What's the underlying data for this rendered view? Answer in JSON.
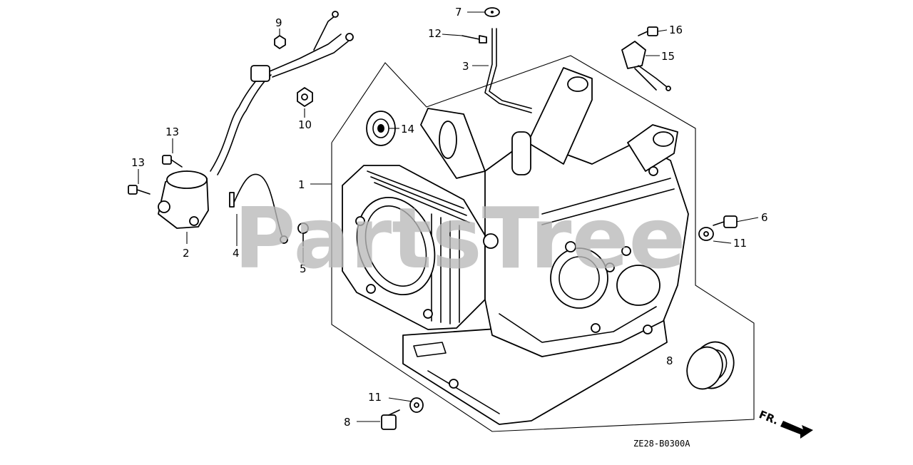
{
  "watermark": "PartsTree",
  "diagram_code": "ZE28-B0300A",
  "front_marker": "FR.",
  "callouts": {
    "c1": "1",
    "c2": "2",
    "c3": "3",
    "c4": "4",
    "c5": "5",
    "c6": "6",
    "c7": "7",
    "c8": "8",
    "c8b": "8",
    "c9": "9",
    "c10": "10",
    "c11a": "11",
    "c11b": "11",
    "c12": "12",
    "c13a": "13",
    "c13b": "13",
    "c14": "14",
    "c15": "15",
    "c16": "16"
  }
}
